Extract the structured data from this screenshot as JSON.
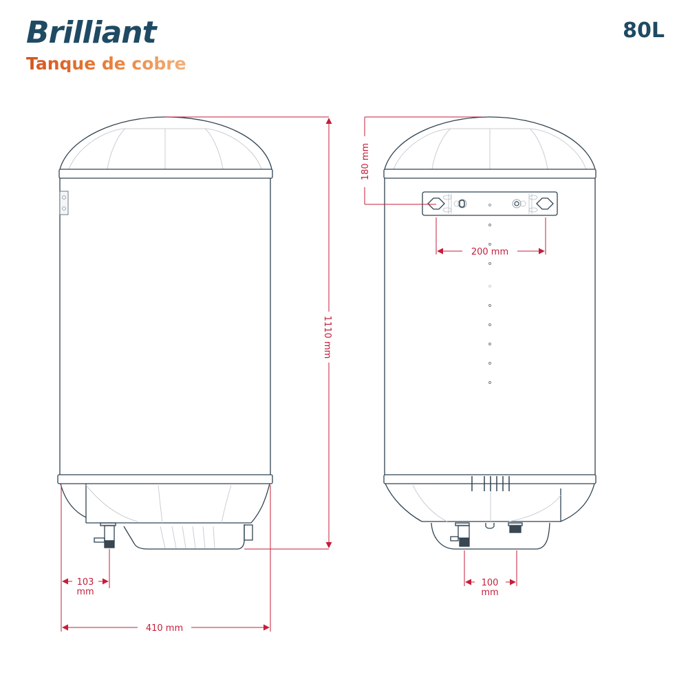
{
  "header": {
    "brand": "Brilliant",
    "subtitle": "Tanque de cobre",
    "capacity": "80L"
  },
  "colors": {
    "brand": "#1f4a63",
    "subtitle_start": "#d4531c",
    "subtitle_end": "#f2b07a",
    "dimension": "#c41e3a",
    "outline": "#2e4250"
  },
  "views": {
    "side": {
      "dimensions": {
        "height": "1110 mm",
        "width": "410 mm",
        "pipe_offset_value": "103",
        "pipe_offset_unit": "mm"
      }
    },
    "front": {
      "dimensions": {
        "bracket_top": "180 mm",
        "bracket_spacing": "200 mm",
        "pipe_spacing_value": "100",
        "pipe_spacing_unit": "mm"
      }
    }
  }
}
